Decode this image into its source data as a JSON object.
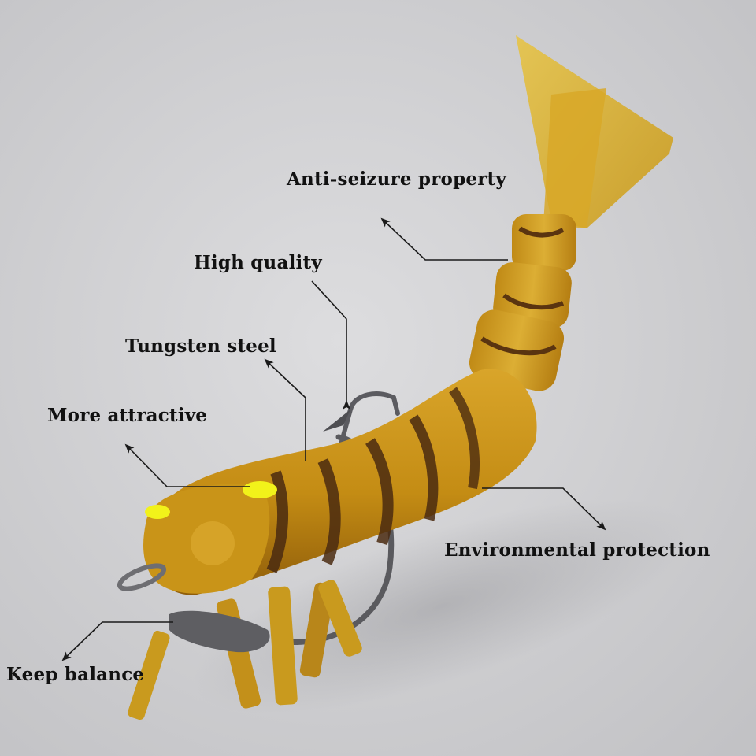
{
  "callouts": {
    "anti_seizure": "Anti-seizure property",
    "high_quality": "High quality",
    "tungsten_steel": "Tungsten steel",
    "more_attractive": "More attractive",
    "environmental_protection": "Environmental protection",
    "keep_balance": "Keep balance"
  },
  "colors": {
    "background": "#d4d4d6",
    "lure_body": "#c89418",
    "lure_shadow": "#8a5a0a",
    "stripe": "#4a2a10",
    "eye": "#f2f21a",
    "hook": "#5a5a5e",
    "label_text": "#111111"
  },
  "subject": {
    "icon": "shrimp-lure-icon"
  }
}
